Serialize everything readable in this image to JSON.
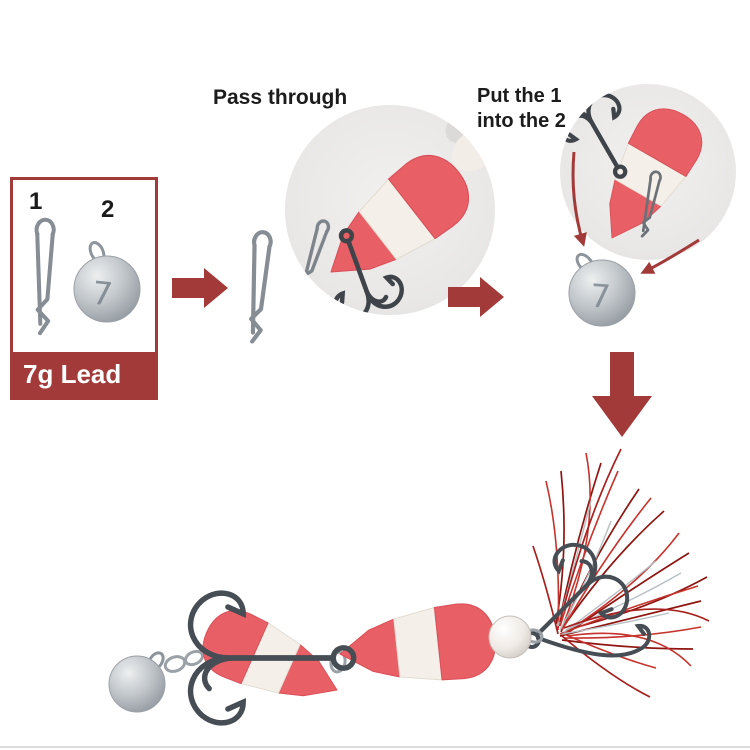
{
  "page": {
    "background": "#ffffff",
    "description": "Fishing lure jig-head assembly instructions"
  },
  "kit_box": {
    "item1": "1",
    "item2": "2",
    "banner": "7g Lead"
  },
  "steps": {
    "step1": "Pass through",
    "step2_line1": "Put the 1",
    "step2_line2": "into the 2"
  },
  "lead_ball": {
    "digit": "7"
  },
  "colors": {
    "accent_red": "#a33a3a",
    "foam_red": "#e85f66",
    "foam_white": "#f4efe8",
    "lead_gray": "#b9bec3",
    "tinsel_red": "#b5201e",
    "metal_gray": "#474d54"
  }
}
